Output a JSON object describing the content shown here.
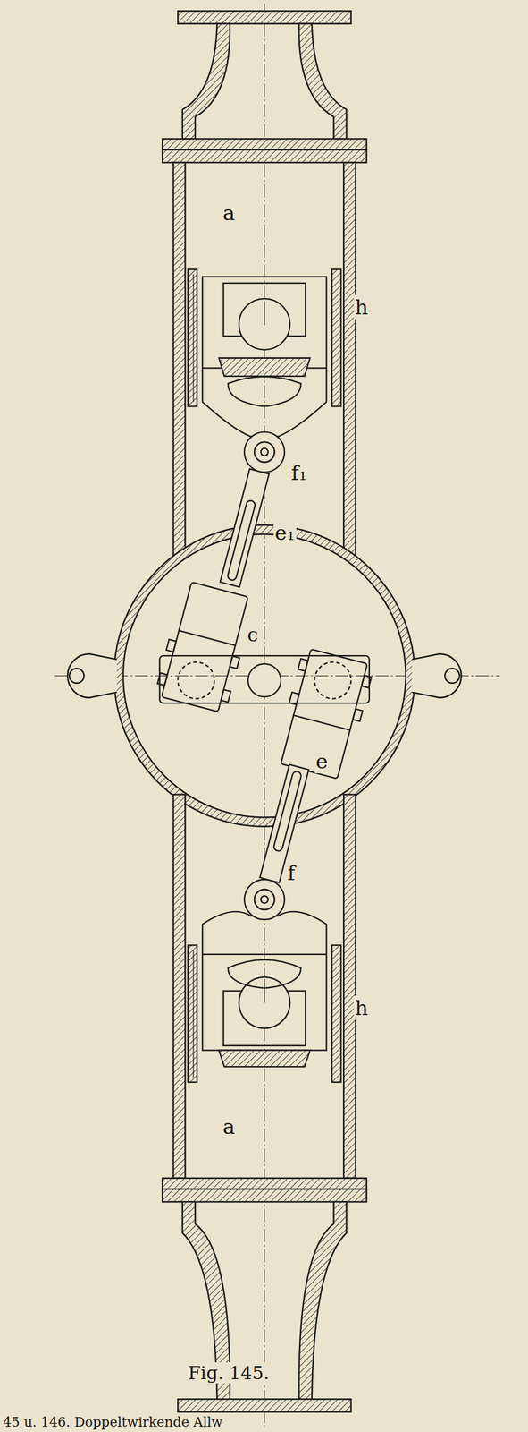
{
  "diagram": {
    "caption": "Fig. 145.",
    "labels": [
      "a",
      "h",
      "f₁",
      "e₁",
      "c",
      "e",
      "f",
      "h",
      "a",
      "45 u. 146. Doppeltwirkende Allw"
    ]
  }
}
